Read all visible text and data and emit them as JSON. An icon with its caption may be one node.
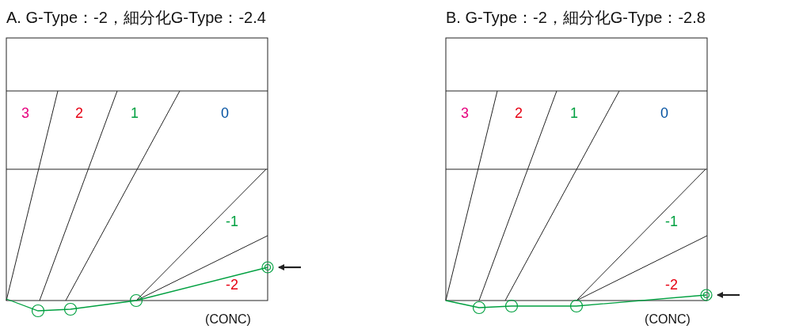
{
  "diagram": {
    "labels": [
      "A. G-Type：-2，細分化G-Type：-2.4",
      "B. G-Type：-2，細分化G-Type：-2.8",
      "3",
      "2",
      "1",
      "0",
      "3",
      "2",
      "1",
      "0",
      "-1",
      "-1",
      "-2",
      "-2",
      "(CONC)",
      "(CONC)"
    ]
  }
}
